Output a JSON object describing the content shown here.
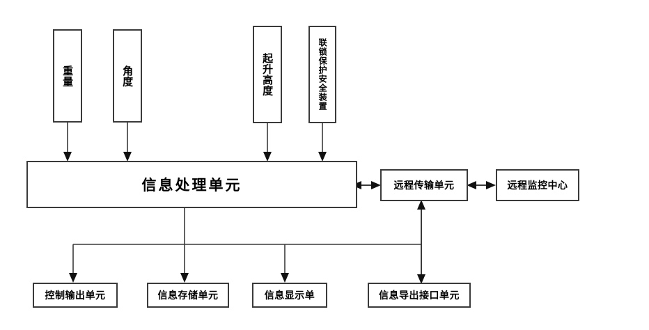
{
  "diagram": {
    "title": "信息处理单元系统框图",
    "type": "block-diagram",
    "background": "#ffffff",
    "line_color": "#3a3a3a",
    "text_color": "#000000",
    "sensors": [
      {
        "id": "weight",
        "label": "重量"
      },
      {
        "id": "angle",
        "label": "角度"
      },
      {
        "id": "lift-height",
        "label": "起升高度"
      },
      {
        "id": "interlock-safety",
        "label": "联锁保护安全装置"
      }
    ],
    "processor": {
      "id": "info-processing-unit",
      "label": "信息处理单元"
    },
    "remote": [
      {
        "id": "remote-transmission-unit",
        "label": "远程传输单元"
      },
      {
        "id": "remote-monitoring-center",
        "label": "远程监控中心"
      }
    ],
    "outputs": [
      {
        "id": "control-output-unit",
        "label": "控制输出单元"
      },
      {
        "id": "info-storage-unit",
        "label": "信息存储单元"
      },
      {
        "id": "info-display-unit",
        "label": "信息显示单"
      },
      {
        "id": "info-export-interface-unit",
        "label": "信息导出接口单元"
      }
    ],
    "connections": [
      {
        "from": "weight",
        "to": "info-processing-unit",
        "arrow": "single"
      },
      {
        "from": "angle",
        "to": "info-processing-unit",
        "arrow": "single"
      },
      {
        "from": "lift-height",
        "to": "info-processing-unit",
        "arrow": "single"
      },
      {
        "from": "interlock-safety",
        "to": "info-processing-unit",
        "arrow": "single"
      },
      {
        "from": "info-processing-unit",
        "to": "remote-transmission-unit",
        "arrow": "double"
      },
      {
        "from": "remote-transmission-unit",
        "to": "remote-monitoring-center",
        "arrow": "double"
      },
      {
        "from": "info-processing-unit",
        "to": "control-output-unit",
        "arrow": "single"
      },
      {
        "from": "info-processing-unit",
        "to": "info-storage-unit",
        "arrow": "single"
      },
      {
        "from": "info-processing-unit",
        "to": "info-display-unit",
        "arrow": "single"
      },
      {
        "from": "info-processing-unit",
        "to": "info-export-interface-unit",
        "arrow": "single"
      },
      {
        "from": "info-export-interface-unit",
        "to": "remote-transmission-unit",
        "arrow": "double"
      }
    ]
  }
}
